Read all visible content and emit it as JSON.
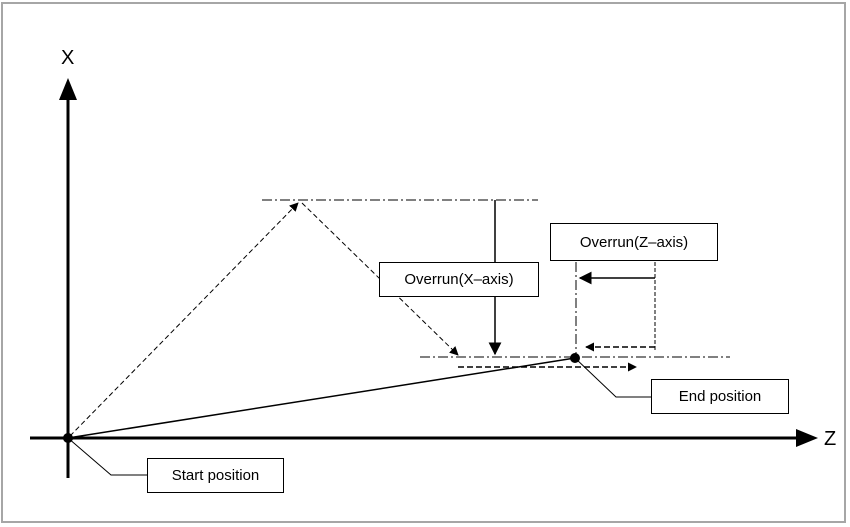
{
  "diagram": {
    "axes": {
      "x_label": "X",
      "z_label": "Z"
    },
    "labels": {
      "start": "Start position",
      "end": "End position",
      "overrun_x": "Overrun(X–axis)",
      "overrun_z": "Overrun(Z–axis)"
    },
    "colors": {
      "frame": "#a6a6a6",
      "line": "#000000",
      "background": "#ffffff"
    }
  }
}
